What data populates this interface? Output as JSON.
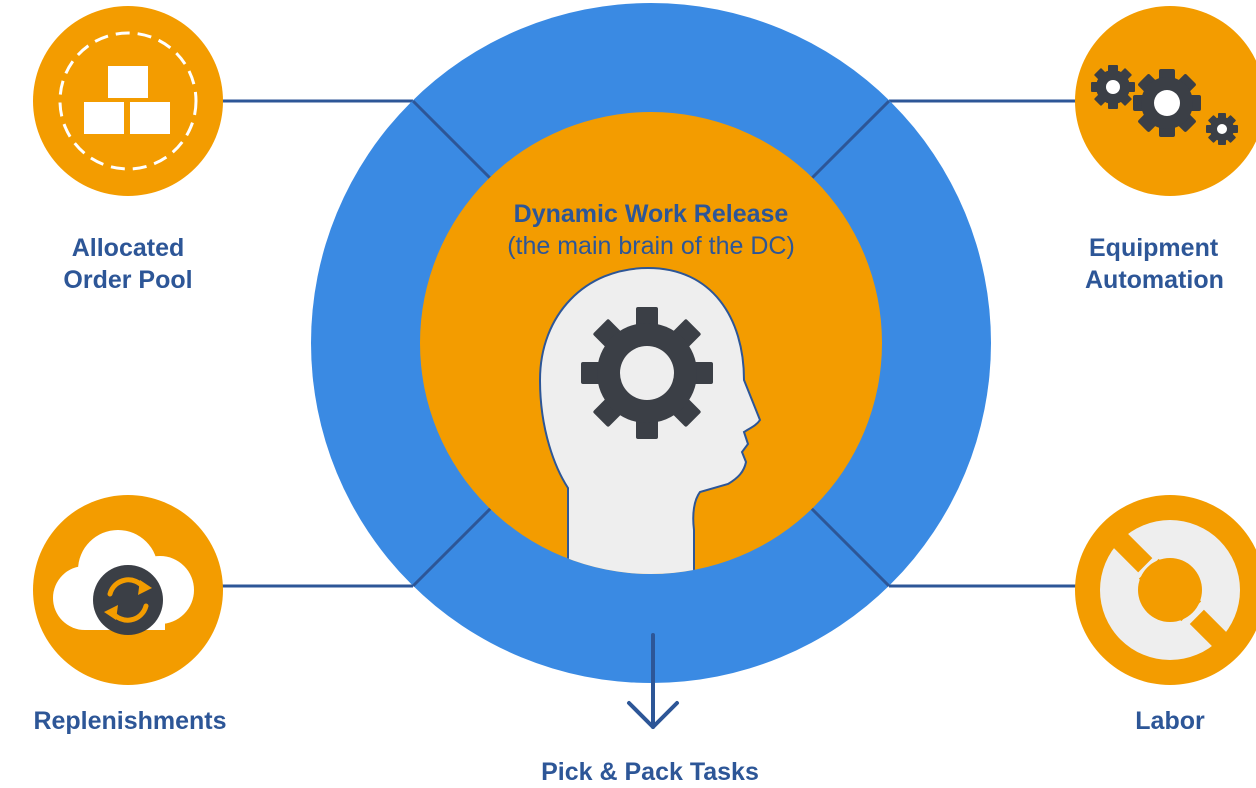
{
  "center": {
    "title": "Dynamic Work Release",
    "subtitle": "(the main brain of the DC)",
    "icon": "head-with-gear-icon"
  },
  "nodes": {
    "allocated_order_pool": {
      "line1": "Allocated",
      "line2": "Order Pool",
      "icon": "boxes-icon"
    },
    "equipment_automation": {
      "line1": "Equipment",
      "line2": "Automation",
      "icon": "gears-icon"
    },
    "replenishments": {
      "label": "Replenishments",
      "icon": "cloud-sync-icon"
    },
    "labor": {
      "label": "Labor",
      "icon": "wrench-icon"
    }
  },
  "output": {
    "label": "Pick & Pack Tasks",
    "icon": "arrow-down-icon"
  },
  "colors": {
    "ring": "#3a8ae3",
    "core": "#f39c00",
    "text": "#2d5697",
    "connector": "#2d5697",
    "icon_dark": "#3b3f46",
    "head": "#eeeeee"
  }
}
